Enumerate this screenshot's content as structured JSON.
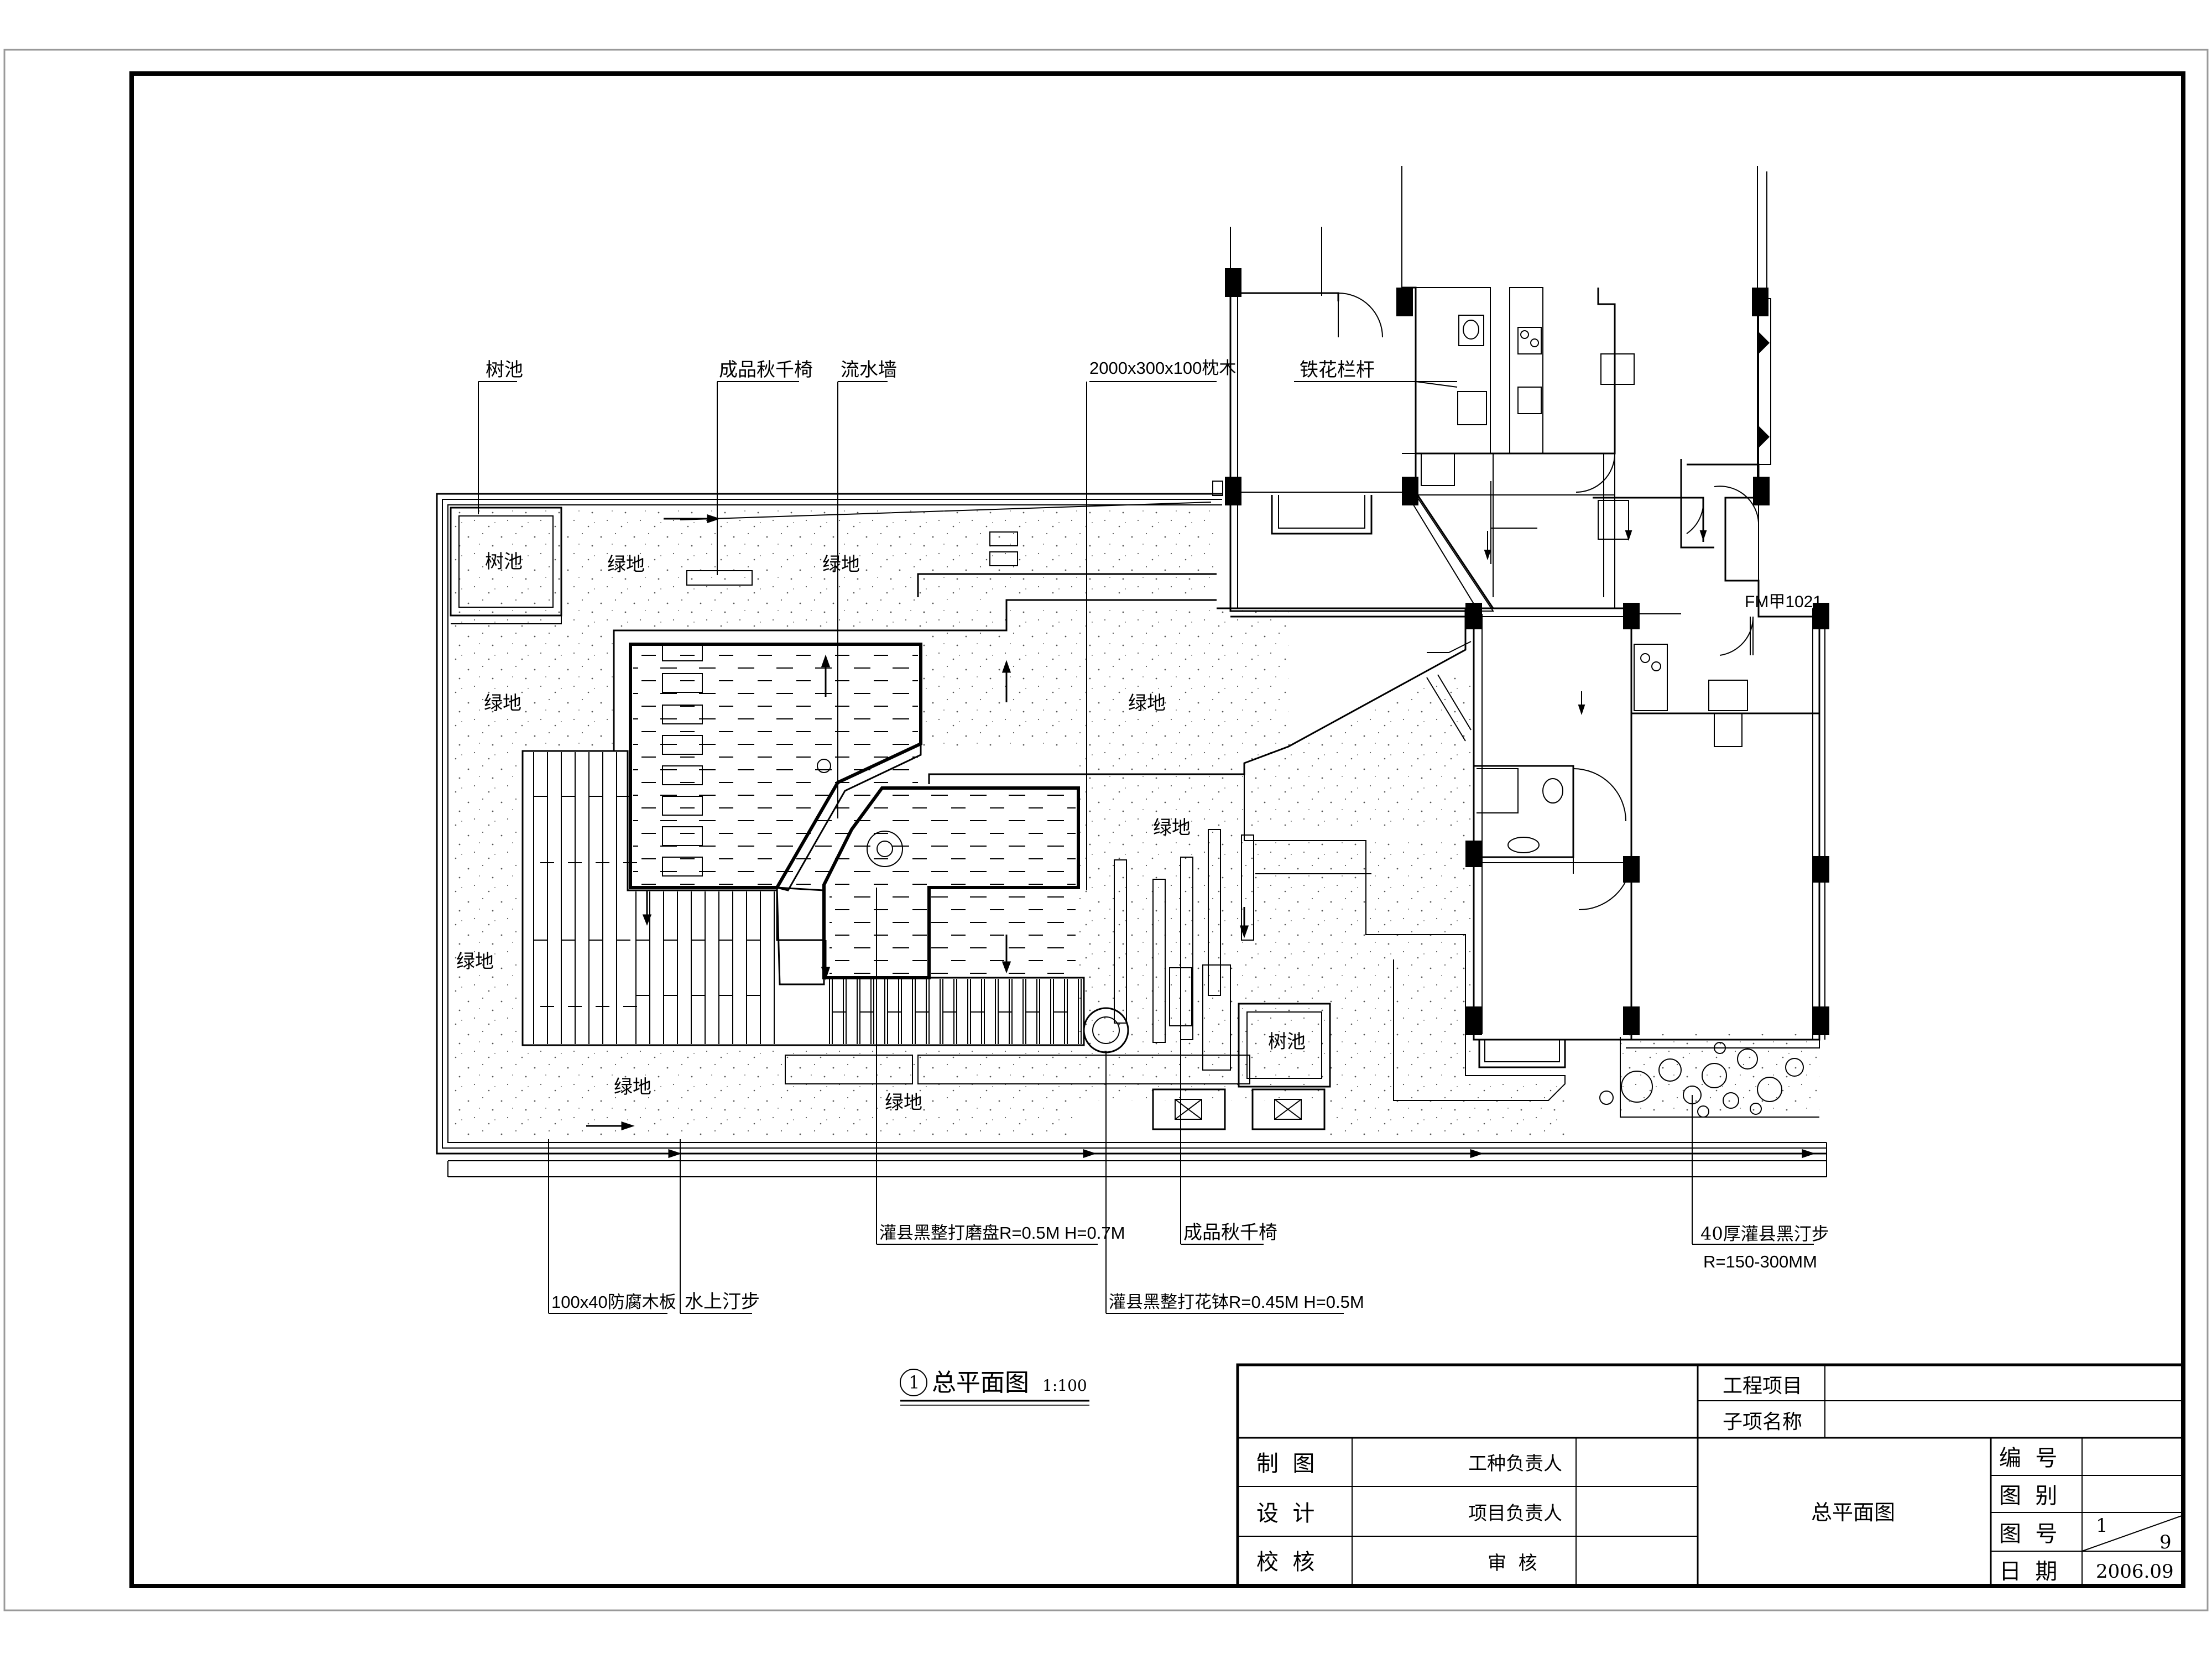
{
  "callouts_top": {
    "tree_pit": "树池",
    "swing_chair": "成品秋千椅",
    "water_wall": "流水墙",
    "sleeper": "2000x300x100枕木",
    "iron_rail": "铁花栏杆"
  },
  "areas": {
    "tree_pit_1": "树池",
    "tree_pit_2": "树池",
    "green_1": "绿地",
    "green_2": "绿地",
    "green_3": "绿地",
    "green_4": "绿地",
    "green_5": "绿地",
    "green_6": "绿地",
    "green_7": "绿地",
    "green_8": "绿地"
  },
  "door_tag": "FM甲1021",
  "callouts_bottom": {
    "millstone": "灌县黑整打磨盘R=0.5M H=0.7M",
    "swing_chair": "成品秋千椅",
    "stepping_stone_title": "40厚灌县黑汀步",
    "stepping_stone_size": "R=150-300MM",
    "flower_bowl": "灌县黑整打花钵R=0.45M H=0.5M",
    "wood_board": "100x40防腐木板",
    "water_step": "水上汀步"
  },
  "drawing_title": {
    "number": "1",
    "name": "总平面图",
    "scale": "1:100"
  },
  "title_block": {
    "project_label": "工程项目",
    "sub_item_label": "子项名称",
    "drawn": "制  图",
    "design": "设  计",
    "check": "校  核",
    "trade_lead": "工种负责人",
    "project_lead": "项目负责人",
    "review": "审  核",
    "drawing_name": "总平面图",
    "code_label": "编  号",
    "category_label": "图  别",
    "sheet_label": "图  号",
    "sheet_num": "1",
    "sheet_total": "9",
    "date_label": "日  期",
    "date_value": "2006.09"
  }
}
